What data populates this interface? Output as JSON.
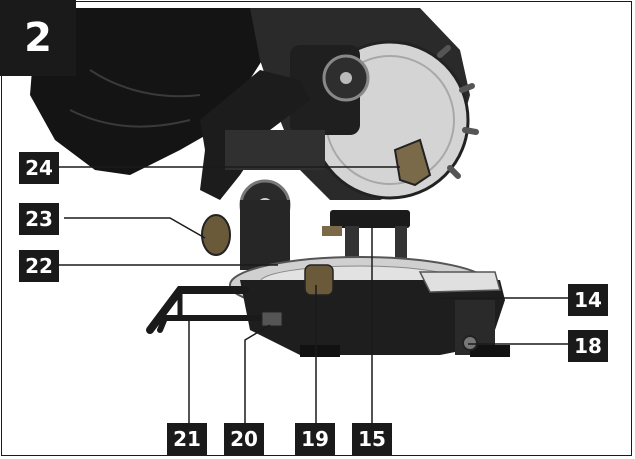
{
  "figure": {
    "number": "2"
  },
  "callouts": {
    "c24": "24",
    "c23": "23",
    "c22": "22",
    "c14": "14",
    "c18": "18",
    "c21": "21",
    "c20": "20",
    "c19": "19",
    "c15": "15"
  },
  "colors": {
    "ink": "#1a1a1a",
    "metal": "#c9c9c9",
    "paper": "#ffffff"
  }
}
